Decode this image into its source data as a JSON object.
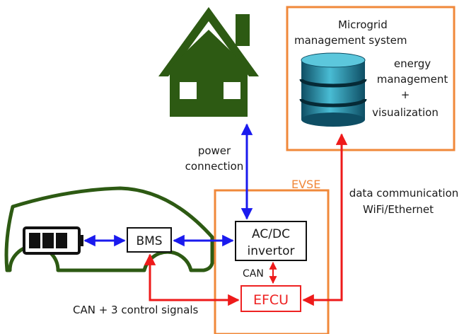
{
  "microgrid": {
    "title_line1": "Microgrid",
    "title_line2": "management system",
    "desc_line1": "energy",
    "desc_line2": "management",
    "desc_line3": "+",
    "desc_line4": "visualization"
  },
  "links": {
    "power_line1": "power",
    "power_line2": "connection",
    "data_line1": "data communication",
    "data_line2": "WiFi/Ethernet",
    "can_short": "CAN",
    "can_signals": "CAN + 3 control signals"
  },
  "evse": {
    "label": "EVSE",
    "inverter_line1": "AC/DC",
    "inverter_line2": "invertor",
    "efcu": "EFCU"
  },
  "car": {
    "bms": "BMS"
  },
  "colors": {
    "house": "#2d5a13",
    "car_outline": "#2d5a13",
    "box_orange": "#f0883a",
    "arrow_blue": "#1a1aee",
    "arrow_red": "#ee1a1a",
    "db_cyan": "#3fb0c8",
    "db_dark": "#0a3a4a",
    "efcu_red": "#ee2222"
  },
  "icons": [
    "house-icon",
    "car-icon",
    "battery-icon",
    "database-icon"
  ]
}
